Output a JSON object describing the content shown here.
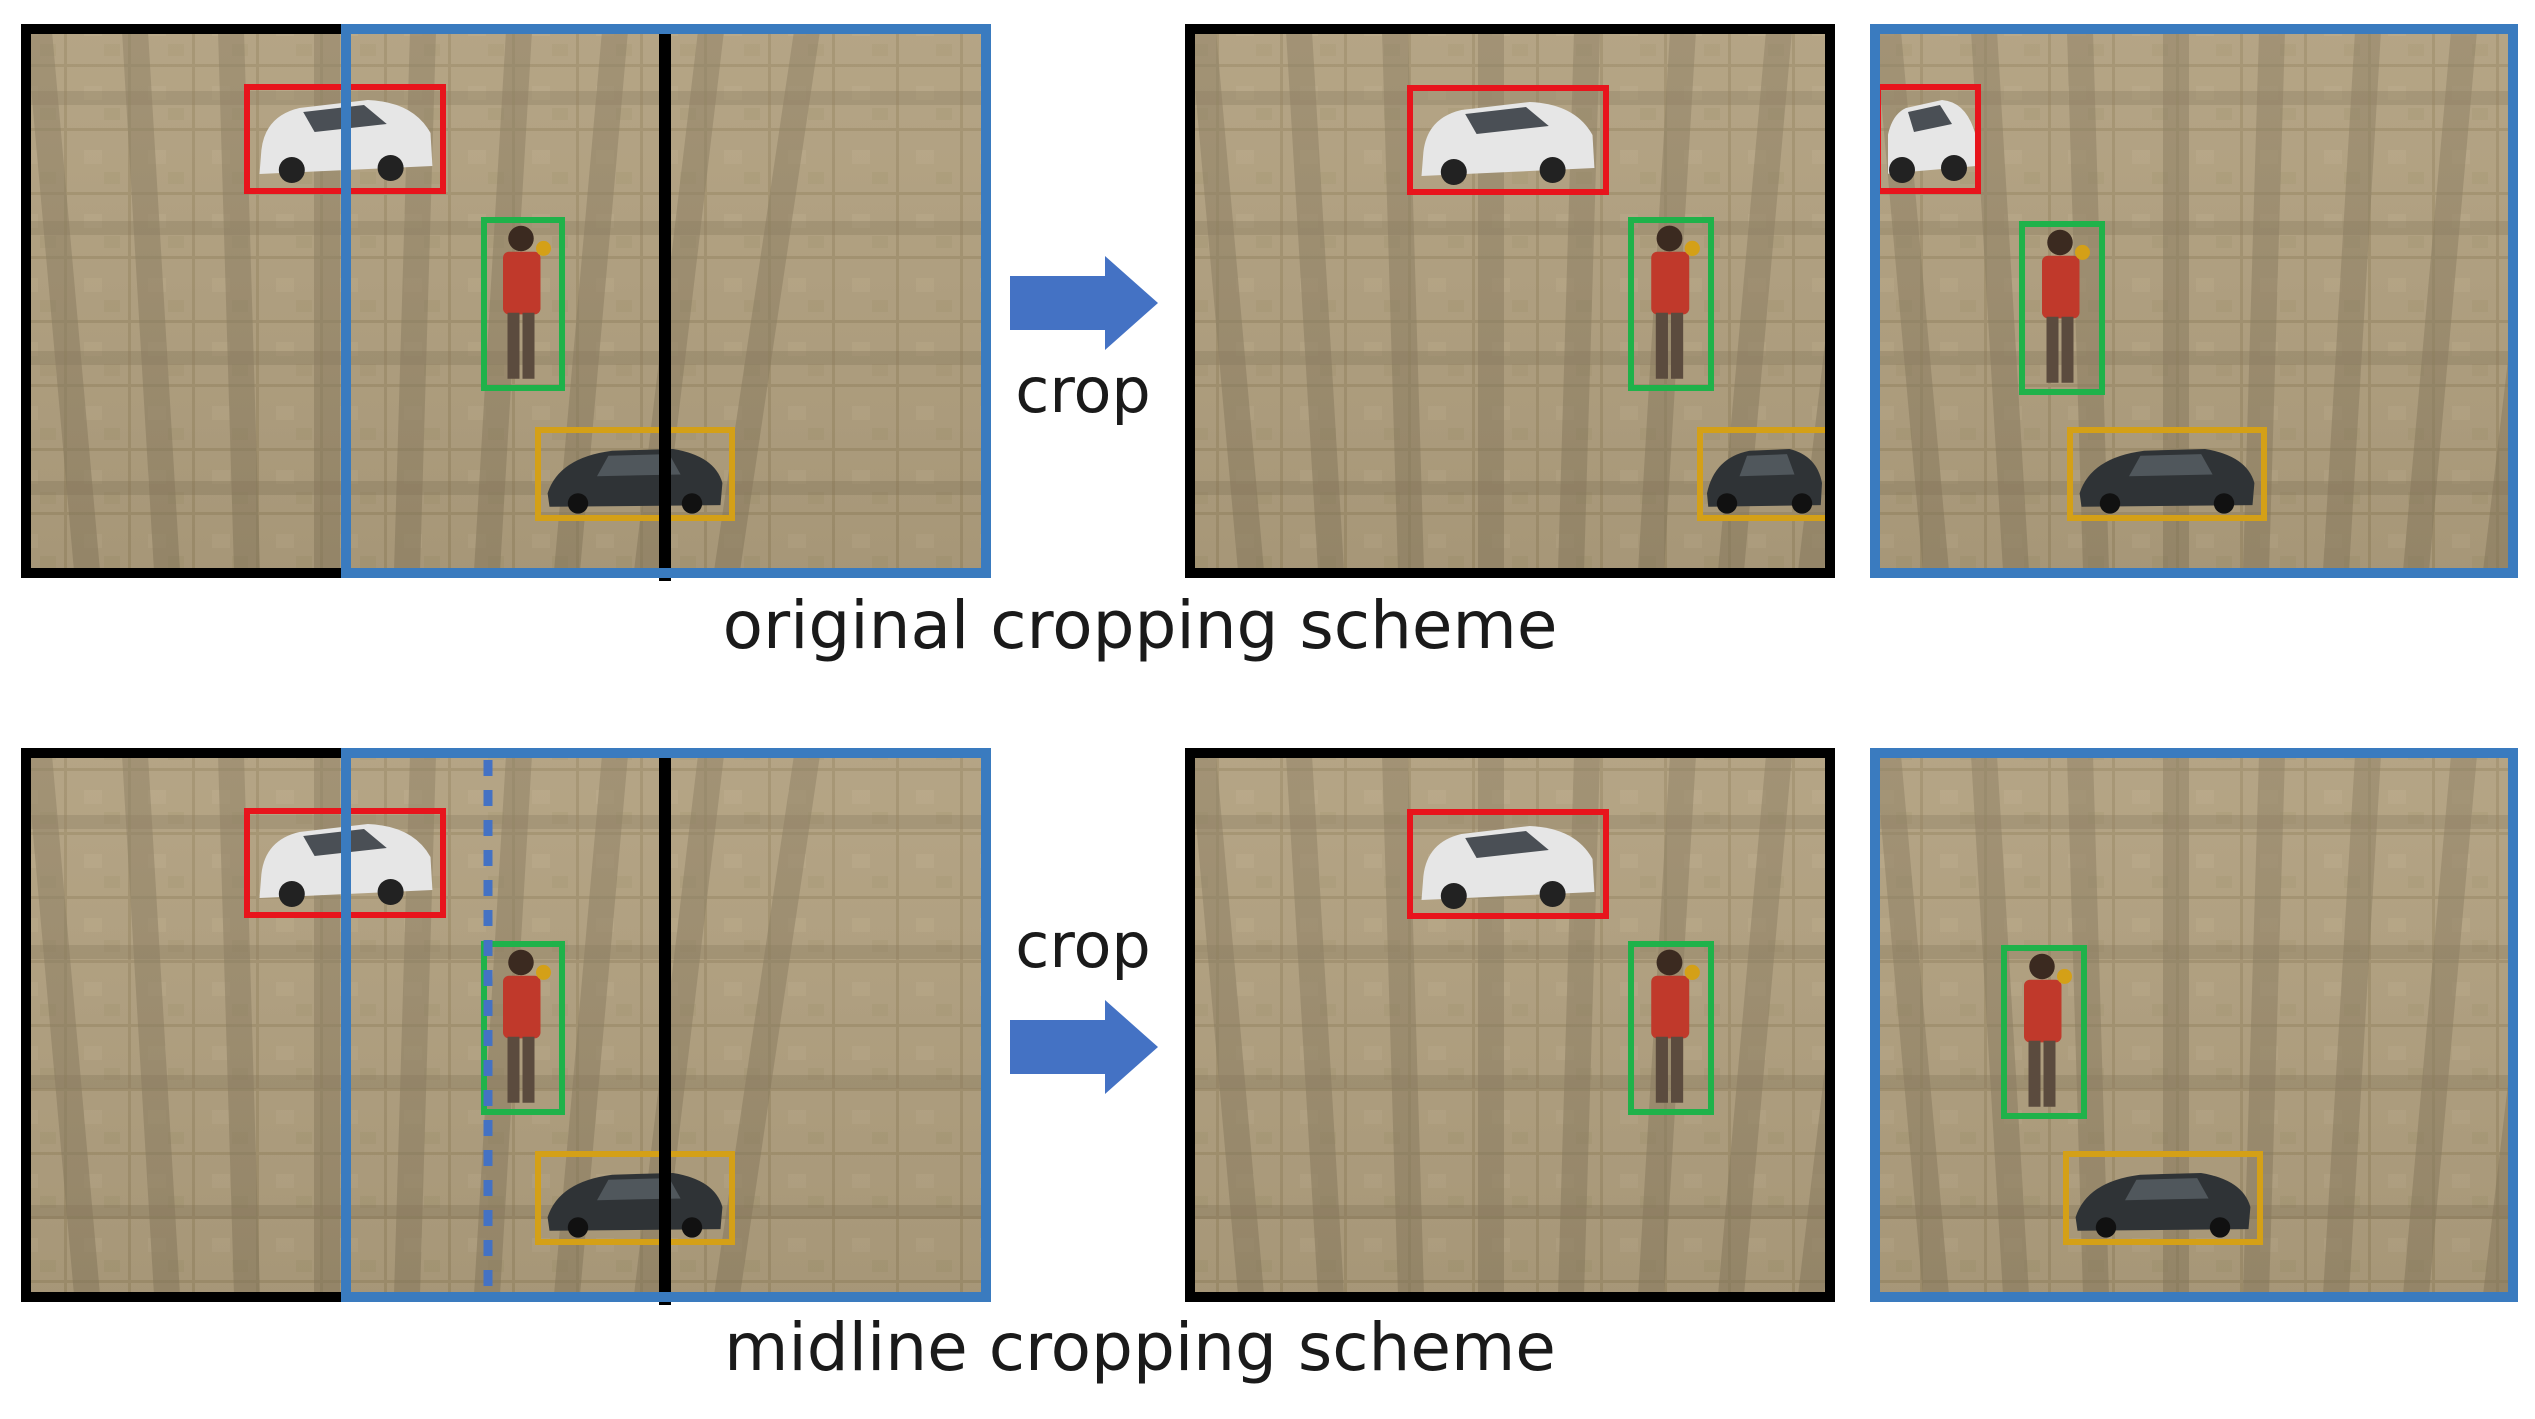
{
  "colors": {
    "frame_black": "#000000",
    "frame_blue": "#3a7bbf",
    "box_red": "#e8141c",
    "box_green": "#1fb24a",
    "box_yellow": "#d4a017",
    "arrow_blue": "#4472c4",
    "ground": "#b1a07f",
    "ground_line": "#8c7d60",
    "white_car": "#e6e6e6",
    "dark_car": "#2f3336",
    "person_shirt": "#c0392b",
    "person_pants": "#5b4b3e"
  },
  "icons": {
    "arrow": "right-arrow-icon"
  },
  "sections": [
    {
      "caption": "original cropping scheme",
      "arrow_label": "crop",
      "midline_dashed": false
    },
    {
      "caption": "midline cropping scheme",
      "arrow_label": "crop",
      "midline_dashed": true
    }
  ]
}
